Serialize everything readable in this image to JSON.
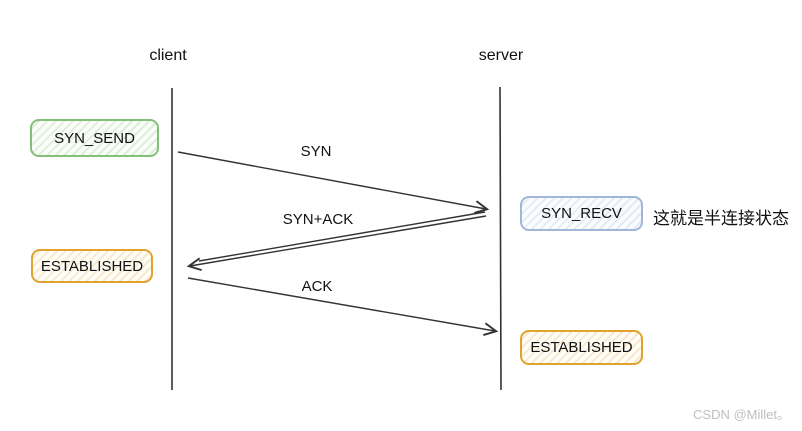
{
  "colors": {
    "line": "#333333",
    "green-border": "#82c07a",
    "green-stripe": "#ddefd8",
    "orange-border": "#dfa32e",
    "orange-stripe": "#f9e8cd",
    "blue-border": "#a0b6d8",
    "blue-stripe": "#e3ebf6",
    "watermark": "#bfbfbf"
  },
  "diagram": {
    "actors": [
      {
        "label": "client"
      },
      {
        "label": "server"
      }
    ],
    "messages": [
      {
        "label": "SYN"
      },
      {
        "label": "SYN+ACK"
      },
      {
        "label": "ACK"
      }
    ],
    "states": {
      "client_syn": "SYN_SEND",
      "client_established": "ESTABLISHED",
      "server_syn": "SYN_RECV",
      "server_established": "ESTABLISHED"
    },
    "annotation": "这就是半连接状态",
    "watermark": "CSDN @Millet。"
  }
}
